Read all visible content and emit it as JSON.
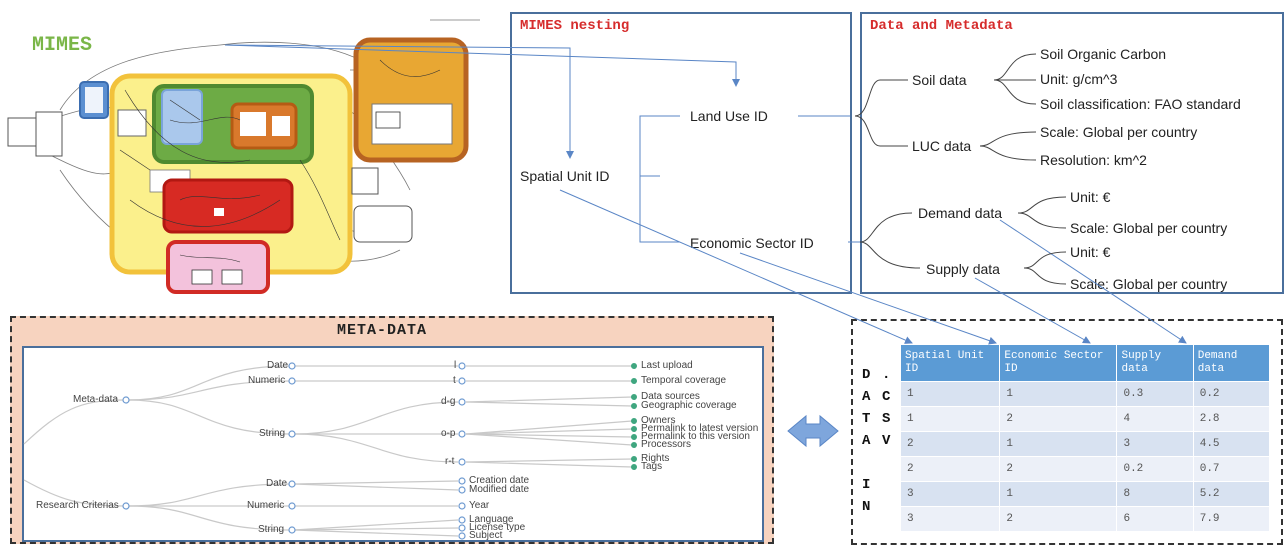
{
  "mimes": {
    "title": "MIMES"
  },
  "nesting": {
    "title": "MIMES nesting",
    "spatial_unit": "Spatial Unit ID",
    "land_use": "Land Use ID",
    "economic_sector": "Economic Sector ID"
  },
  "metadata": {
    "title": "Data and Metadata",
    "soil_data": "Soil data",
    "soil_items": [
      "Soil Organic Carbon",
      "Unit: g/cm^3",
      "Soil classification: FAO standard"
    ],
    "luc_data": "LUC data",
    "luc_items": [
      "Scale: Global per country",
      "Resolution: km^2"
    ],
    "demand_data": "Demand data",
    "demand_items": [
      "Unit: €",
      "Scale: Global per country"
    ],
    "supply_data": "Supply data",
    "supply_items": [
      "Unit: €",
      "Scale: Global per country"
    ]
  },
  "meta_tree": {
    "title": "META-DATA",
    "root1": "Meta-data",
    "root2": "Research Criterias",
    "date1": "Date",
    "numeric1": "Numeric",
    "string1": "String",
    "range_l": "l",
    "range_t": "t",
    "range_dg": "d-g",
    "range_op": "o-p",
    "range_rt": "r-t",
    "leaves_l": [
      "Last upload"
    ],
    "leaves_t": [
      "Temporal coverage"
    ],
    "leaves_dg": [
      "Data sources",
      "Geographic coverage"
    ],
    "leaves_op": [
      "Owners",
      "Permalink to latest version",
      "Permalink to this version",
      "Processors"
    ],
    "leaves_rt": [
      "Rights",
      "Tags"
    ],
    "date2": "Date",
    "numeric2": "Numeric",
    "string2": "String",
    "leaves_date2": [
      "Creation date",
      "Modified date"
    ],
    "leaves_numeric2": [
      "Year"
    ],
    "leaves_string2": [
      "Language",
      "License type",
      "Subject"
    ]
  },
  "csv": {
    "side_label_left": [
      "D",
      "A",
      "T",
      "A",
      "",
      "I",
      "N"
    ],
    "side_label_right": [
      ".",
      "C",
      "S",
      "V"
    ],
    "headers": [
      "Spatial Unit ID",
      "Economic Sector ID",
      "Supply data",
      "Demand data"
    ],
    "rows": [
      [
        "1",
        "1",
        "0.3",
        "0.2"
      ],
      [
        "1",
        "2",
        "4",
        "2.8"
      ],
      [
        "2",
        "1",
        "3",
        "4.5"
      ],
      [
        "2",
        "2",
        "0.2",
        "0.7"
      ],
      [
        "3",
        "1",
        "8",
        "5.2"
      ],
      [
        "3",
        "2",
        "6",
        "7.9"
      ]
    ]
  },
  "colors": {
    "accent_blue": "#4a6f9c",
    "title_red": "#d62c2c",
    "mimes_green": "#7ab648",
    "meta_bg": "#f7d3bf",
    "table_header": "#5b9bd5",
    "arrow_blue": "#5a86c6"
  }
}
